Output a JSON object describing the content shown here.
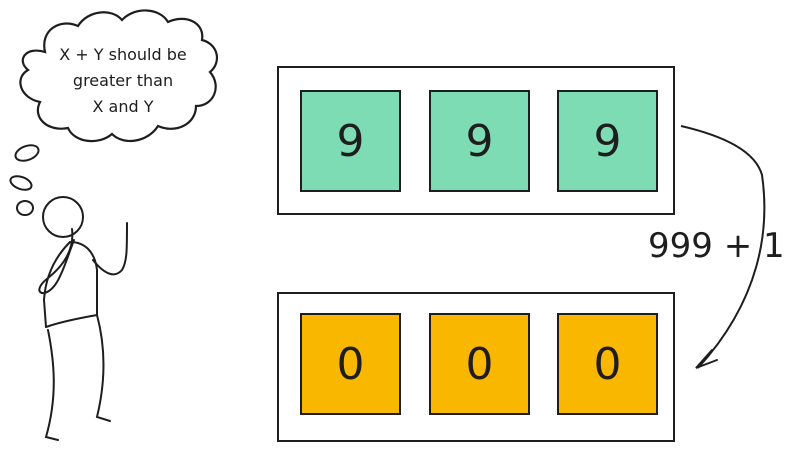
{
  "thought_bubble": {
    "lines": [
      "X + Y should be",
      "greater than",
      "X and Y"
    ]
  },
  "top_number": {
    "digits": [
      "9",
      "9",
      "9"
    ],
    "fill_color": "#7edcb5"
  },
  "bottom_number": {
    "digits": [
      "0",
      "0",
      "0"
    ],
    "fill_color": "#fab700"
  },
  "operation": {
    "label": "999 + 1"
  },
  "stroke_color": "#1e1e1e"
}
